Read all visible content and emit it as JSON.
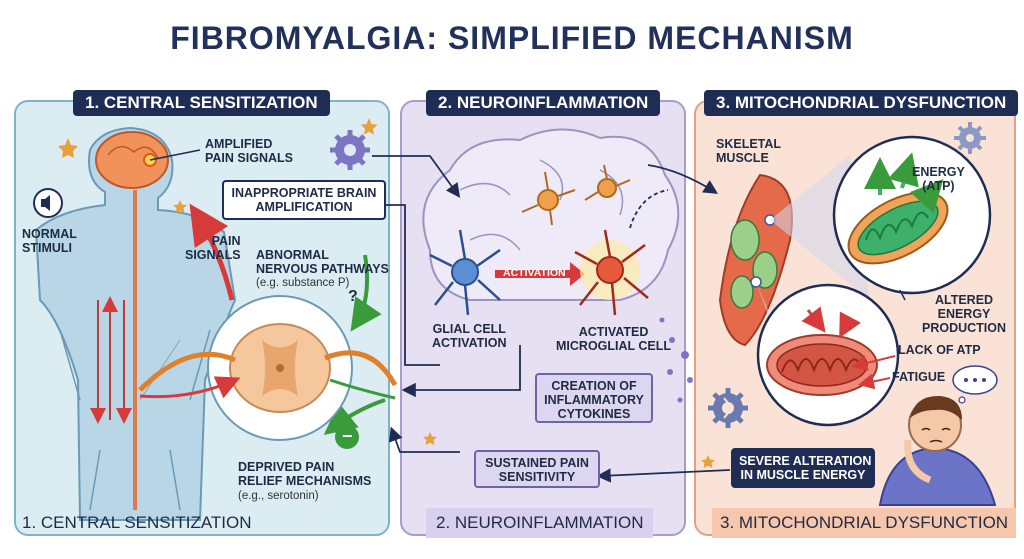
{
  "title": "FIBROMYALGIA: SIMPLIFIED MECHANISM",
  "panels": [
    {
      "heading": "1. CENTRAL SENSITIZATION",
      "footer": "1. CENTRAL SENSITIZATION"
    },
    {
      "heading": "2. NEUROINFLAMMATION",
      "footer": "2. NEUROINFLAMMATION"
    },
    {
      "heading": "3. MITOCHONDRIAL DYSFUNCTION",
      "footer": "3. MITOCHONDRIAL DYSFUNCTION"
    }
  ],
  "central": {
    "amplified_pain_signals": "AMPLIFIED\nPAIN SIGNALS",
    "normal_stimuli": "NORMAL\nSTIMULI",
    "pain_signals": "PAIN\nSIGNALS",
    "inappropriate_box": "INAPPROPRIATE BRAIN\nAMPLIFICATION",
    "abnormal_pathways": "ABNORMAL\nNERVOUS PATHWAYS",
    "abnormal_sub": "(e.g. substance P)",
    "question": "?",
    "deprived_relief": "DEPRIVED PAIN\nRELIEF MECHANISMS",
    "deprived_sub": "(e.g., serotonin)",
    "minus": "−"
  },
  "neuro": {
    "activation": "ACTIVATION",
    "glial_activation": "GLIAL CELL\nACTIVATION",
    "activated_microglial": "ACTIVATED\nMICROGLIAL CELL",
    "cytokines_box": "CREATION OF\nINFLAMMATORY\nCYTOKINES",
    "sustained_box": "SUSTAINED PAIN\nSENSITIVITY"
  },
  "mito": {
    "skeletal_muscle": "SKELETAL\nMUSCLE",
    "energy_atp": "ENERGY\n(ATP)",
    "altered_energy": "ALTERED\nENERGY\nPRODUCTION",
    "lack_atp": "LACK OF ATP",
    "fatigue": "FATIGUE",
    "severe_box": "SEVERE ALTERATION\nIN MUSCLE ENERGY"
  },
  "colors": {
    "navy": "#1f2d55",
    "pain_red": "#d63a3a",
    "relief_green": "#3a9b3a",
    "mito_green": "#3db06b",
    "mito_red": "#d45543"
  }
}
